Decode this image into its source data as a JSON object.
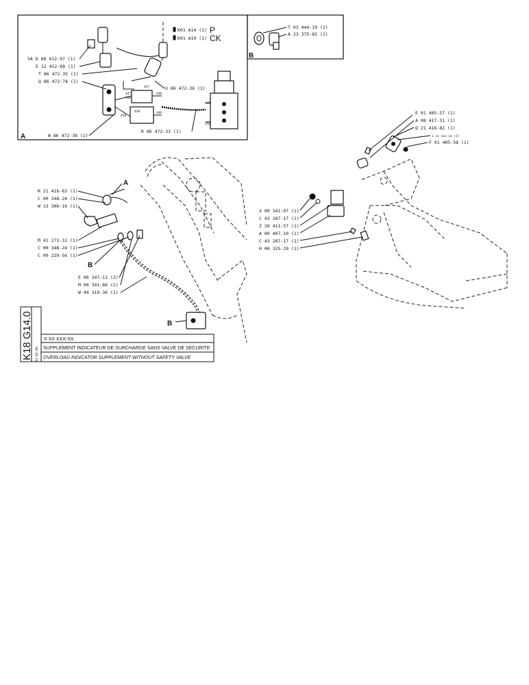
{
  "inset_a": {
    "letter": "A",
    "labels": [
      "5A  D 08 412-97 (1)",
      "E 12 412-68 (1)",
      "T 86 472-35 (1)",
      "Q 86 472-78 (1)",
      "U 86 472-36 (1)",
      "W 86 472-38 (1)",
      "R 86 472-33 (1)"
    ],
    "variant_codes": [
      "K01  A14 (1)",
      "K01  A19 (1)"
    ],
    "variant_marks": [
      "P",
      "CK"
    ],
    "wire_numbers": [
      "447",
      "446",
      "448",
      "449",
      "450",
      "449",
      "450",
      "450",
      "447"
    ]
  },
  "inset_b": {
    "letter": "B",
    "labels": [
      "T 03 444-19 (2)",
      "A 23 375-82 (2)"
    ]
  },
  "main_left": {
    "labels": [
      "R 21 416-83 (1)",
      "C 00 348-24 (1)",
      "W 13 306-16 (1)",
      "M 41 271-31 (1)",
      "C 00 348-24 (1)",
      "C 00 229-56 (1)",
      "E 00 347-11 (2)",
      "M 00 341-66 (2)",
      "W 44 319-36 (1)"
    ],
    "callouts": [
      "A",
      "B",
      "B"
    ]
  },
  "main_right": {
    "labels_top": [
      "E 01 405-57 (1)",
      "A 08 417-31 (1)",
      "Q 21 416-82 (1)",
      "x xx xxx-xx (1)",
      "F 01 405-58 (1)"
    ],
    "labels_mid": [
      "X 00 341-07 (1)",
      "C 43 287-17 (1)",
      "Z 20 411-57 (1)",
      "A 00 407-10 (1)",
      "C 43 287-17 (1)",
      "H 00 325-29 (1)"
    ]
  },
  "title_block": {
    "sheet_id": "K18 G14.0",
    "date": "12-02-88",
    "part_no": "X XX  XXX-XX",
    "title_fr": "SUPPLEMENT INDICATEUR DE SURCHARGE SANS VALVE DE SECURITE",
    "title_en": "OVERLOAD INDICATOR SUPPLEMENT WITHOUT SAFETY VALVE"
  }
}
